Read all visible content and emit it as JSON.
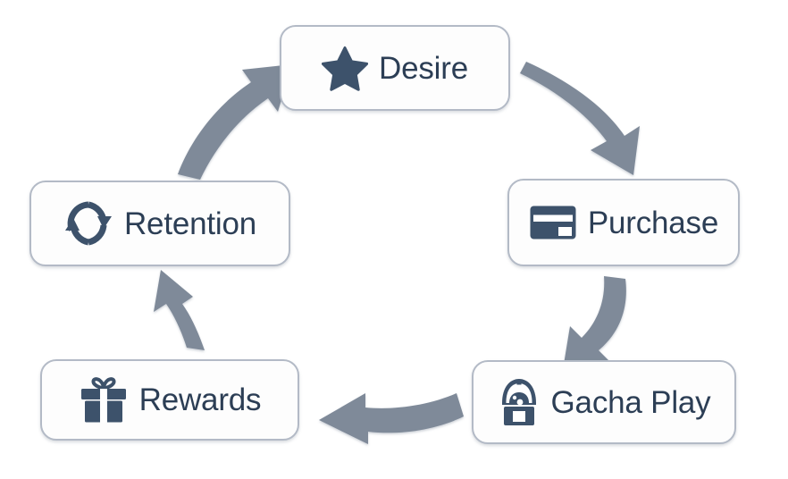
{
  "diagram": {
    "type": "cycle-flow",
    "title": "",
    "background_color": "#ffffff",
    "node_fill": "#fdfdfd",
    "node_border_color": "#b3bac6",
    "icon_color": "#3d526b",
    "text_color": "#2c3e55",
    "arrow_color": "#7f8a99",
    "nodes": [
      {
        "id": "desire",
        "label": "Desire",
        "icon": "star-icon"
      },
      {
        "id": "purchase",
        "label": "Purchase",
        "icon": "credit-card-icon"
      },
      {
        "id": "gacha",
        "label": "Gacha Play",
        "icon": "gacha-machine-icon"
      },
      {
        "id": "rewards",
        "label": "Rewards",
        "icon": "gift-icon"
      },
      {
        "id": "retention",
        "label": "Retention",
        "icon": "refresh-cycle-icon"
      }
    ],
    "arrows": [
      {
        "id": "desire-to-purchase",
        "from": "desire",
        "to": "purchase",
        "direction": "clockwise"
      },
      {
        "id": "purchase-to-gacha",
        "from": "purchase",
        "to": "gacha",
        "direction": "clockwise"
      },
      {
        "id": "gacha-to-rewards",
        "from": "gacha",
        "to": "rewards",
        "direction": "clockwise"
      },
      {
        "id": "rewards-to-retention",
        "from": "rewards",
        "to": "retention",
        "direction": "clockwise"
      },
      {
        "id": "retention-to-desire",
        "from": "retention",
        "to": "desire",
        "direction": "clockwise"
      }
    ]
  }
}
